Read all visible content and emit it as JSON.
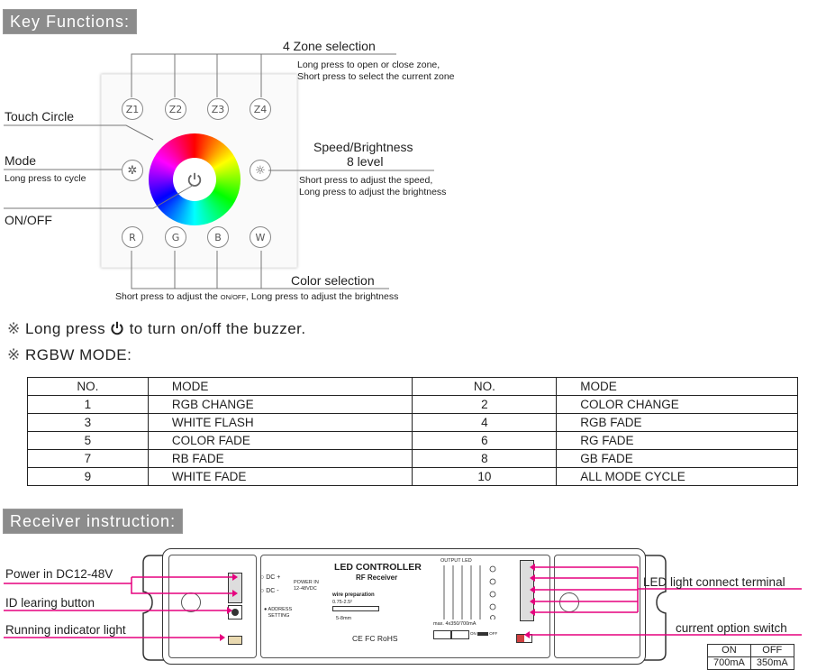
{
  "banner_key": "Key Functions:",
  "banner_receiver": "Receiver instruction:",
  "zone": {
    "title": "4 Zone selection",
    "desc1": "Long press to open or close zone,",
    "desc2": "Short press to select the current zone",
    "keys": [
      "Z1",
      "Z2",
      "Z3",
      "Z4"
    ]
  },
  "touch_circle": "Touch Circle",
  "mode": {
    "title": "Mode",
    "desc": "Long press to cycle"
  },
  "onoff": "ON/OFF",
  "speed": {
    "title": "Speed/Brightness",
    "level": "8 level",
    "desc1": "Short press to adjust the speed,",
    "desc2": "Long press to adjust the brightness"
  },
  "color": {
    "title": "Color selection",
    "desc_a": "Short press to adjust the ",
    "desc_b": "ON/OFF",
    "desc_c": ", Long press to adjust the brightness",
    "keys": [
      "R",
      "G",
      "B",
      "W"
    ]
  },
  "notes": {
    "mark": "※",
    "buzzer_a": "Long press",
    "buzzer_b": "to turn on/off the buzzer.",
    "rgbw": "RGBW MODE:"
  },
  "table": {
    "headers": [
      "NO.",
      "MODE",
      "NO.",
      "MODE"
    ],
    "rows": [
      [
        "1",
        "RGB CHANGE",
        "2",
        "COLOR CHANGE"
      ],
      [
        "3",
        "WHITE FLASH",
        "4",
        "RGB FADE"
      ],
      [
        "5",
        "COLOR FADE",
        "6",
        "RG FADE"
      ],
      [
        "7",
        "RB FADE",
        "8",
        "GB FADE"
      ],
      [
        "9",
        "WHITE FADE",
        "10",
        "ALL MODE CYCLE"
      ]
    ]
  },
  "receiver": {
    "left_labels": [
      "Power in DC12-48V",
      "ID learing button",
      "Running indicator light"
    ],
    "right_labels": [
      "LED light connect terminal",
      "current option switch"
    ],
    "device_title": "LED CONTROLLER",
    "device_sub": "RF Receiver",
    "dc_plus": "DC +",
    "dc_minus": "DC -",
    "power_in": "POWER IN",
    "power_range": "12-48VDC",
    "address": "ADDRESS",
    "setting": "SETTING",
    "wire_prep": "wire preparation",
    "wire_gauge": "0.75-2.5²",
    "wire_len": "5-8mm",
    "output_led": "OUTPUT LED",
    "max": "max. 4x350/700mA",
    "cert": "CE FC RoHS",
    "on_small": "ON",
    "off_small": "OFF",
    "switch_on": "ON",
    "switch_off": "OFF",
    "switch_on_val": "700mA",
    "switch_off_val": "350mA"
  },
  "colors": {
    "magenta": "#e6007e",
    "banner": "#8c8c8c"
  }
}
